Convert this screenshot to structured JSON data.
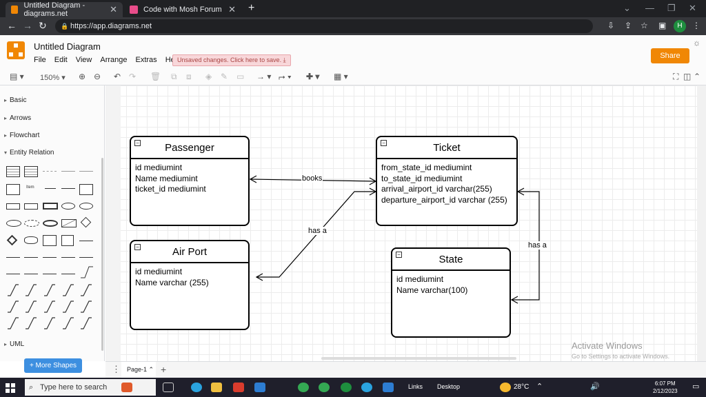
{
  "browser": {
    "tabs": [
      {
        "title": "Untitled Diagram - diagrams.net",
        "active": true,
        "favicon_color": "#f08705"
      },
      {
        "title": "Code with Mosh Forum",
        "active": false,
        "favicon_color": "#e84d8a"
      }
    ],
    "url": "https://app.diagrams.net",
    "avatar_letter": "H"
  },
  "app": {
    "title": "Untitled Diagram",
    "menu": [
      "File",
      "Edit",
      "View",
      "Arrange",
      "Extras",
      "Help"
    ],
    "unsaved_notice": "Unsaved changes. Click here to save.",
    "share_label": "Share",
    "accent_color": "#f08705"
  },
  "toolbar": {
    "zoom": "150%"
  },
  "sidebar": {
    "categories": [
      "Basic",
      "Arrows",
      "Flowchart",
      "Entity Relation",
      "UML"
    ],
    "palette_item_label": "Item",
    "more_shapes_label": "+ More Shapes"
  },
  "diagram": {
    "entities": {
      "passenger": {
        "name": "Passenger",
        "fields": [
          "id mediumint",
          "Name mediumint",
          "ticket_id mediumint"
        ]
      },
      "ticket": {
        "name": "Ticket",
        "fields": [
          "from_state_id  mediumint",
          "to_state_id mediumint",
          "arrival_airport_id varchar(255)",
          "departure_airport_id varchar (255)"
        ]
      },
      "airport": {
        "name": "Air Port",
        "fields": [
          "id mediumint",
          "Name varchar (255)"
        ]
      },
      "state": {
        "name": "State",
        "fields": [
          "id mediumint",
          "Name varchar(100)"
        ]
      }
    },
    "edges": {
      "books": "books",
      "airport_ticket": "has a",
      "ticket_state": "has a"
    }
  },
  "pages": {
    "current": "Page-1"
  },
  "watermark": {
    "title": "Activate Windows",
    "subtitle": "Go to Settings to activate Windows."
  },
  "taskbar": {
    "search_placeholder": "Type here to search",
    "links_label": "Links",
    "desktop_label": "Desktop",
    "weather": "28°C",
    "time": "6:07 PM",
    "date": "2/12/2023"
  }
}
